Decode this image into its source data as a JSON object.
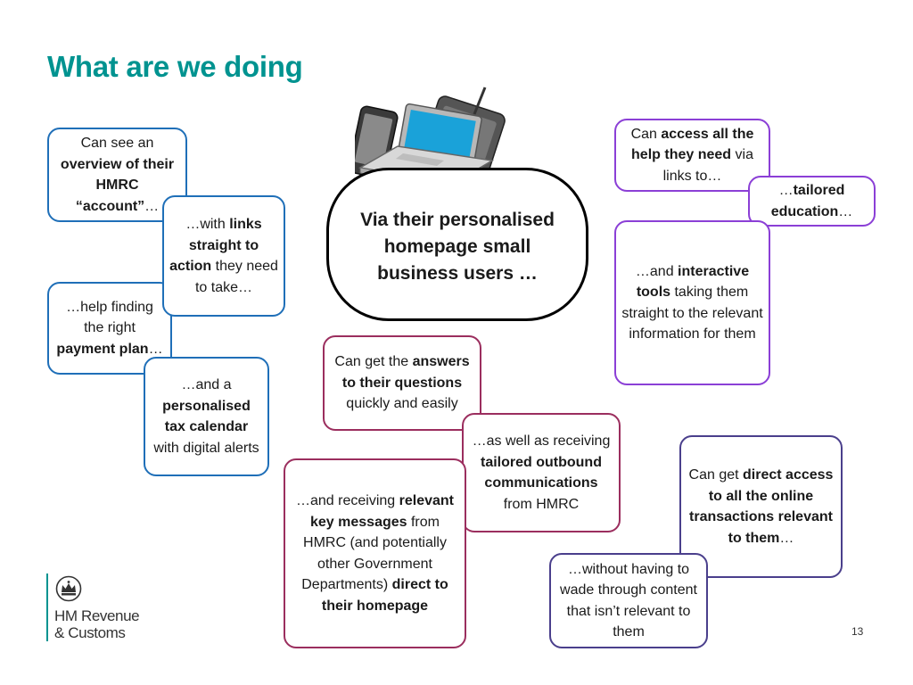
{
  "slide": {
    "title": "What are we doing",
    "page_number": "13"
  },
  "center_bubble": {
    "text": "Via their personalised homepage small business users …"
  },
  "boxes": {
    "overview": [
      "Can see an ",
      "overview of their HMRC “account”",
      "…"
    ],
    "links_action": [
      "…with ",
      "links straight to action",
      " they need to take…"
    ],
    "payment_plan": [
      "…help finding the right ",
      "payment plan",
      "…"
    ],
    "tax_calendar": [
      "…and a ",
      "personalised tax calendar",
      " with digital alerts"
    ],
    "answers": [
      "Can get the ",
      "answers to their questions",
      " quickly and easily"
    ],
    "outbound": [
      "…as well as receiving ",
      "tailored outbound communications",
      " from HMRC"
    ],
    "key_messages": [
      "…and receiving ",
      "relevant key messages",
      " from HMRC (and potentially other Government Departments) ",
      "direct to their homepage"
    ],
    "access_help": [
      "Can ",
      "access all the help they need",
      " via links to…"
    ],
    "tailored_education": [
      "…",
      "tailored education",
      "…"
    ],
    "interactive_tools": [
      "…and ",
      "interactive tools",
      " taking them straight to the relevant information for them"
    ],
    "direct_access": [
      "Can get ",
      "direct access to all the online transactions relevant to them",
      "…"
    ],
    "without_wading": [
      "…without having to wade through content that isn’t relevant to them"
    ]
  },
  "logo": {
    "line1": "HM Revenue",
    "line2": "& Customs"
  },
  "colors": {
    "title": "#009390",
    "blue_border": "#1f6fb8",
    "maroon_border": "#9b2e5e",
    "violet_border": "#8b3fd6",
    "indigo_border": "#4a3f8c"
  },
  "icons": [
    "devices-illustration",
    "royal-crest-icon"
  ]
}
